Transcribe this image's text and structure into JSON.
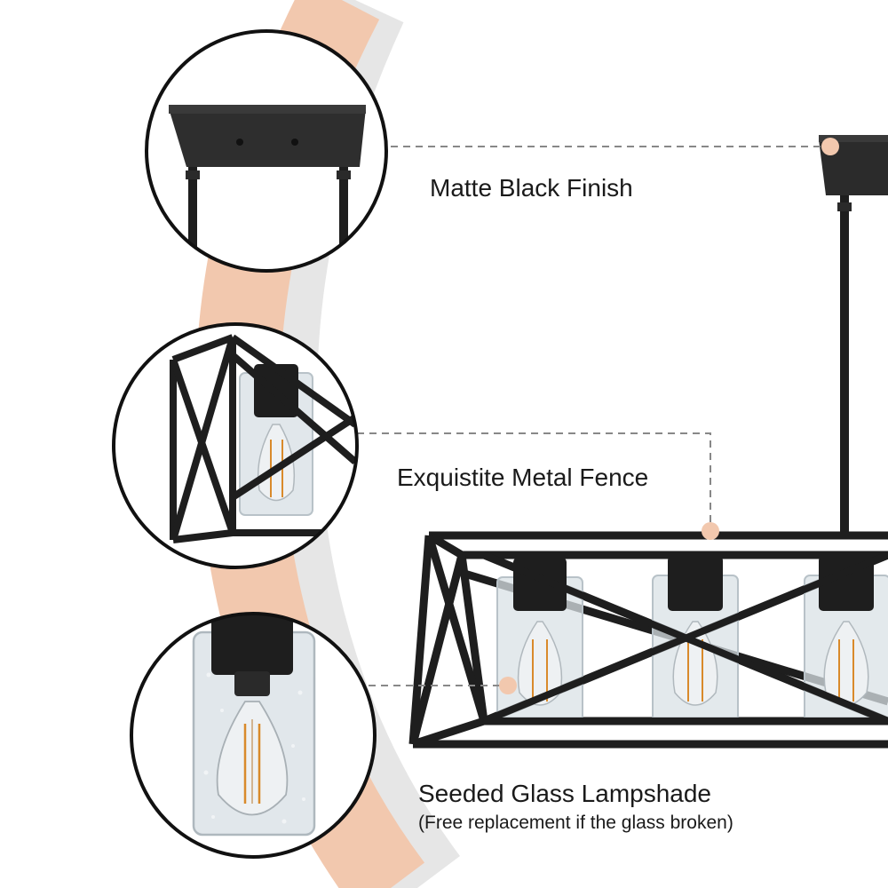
{
  "features": {
    "finish": {
      "title": "Matte Black Finish"
    },
    "fence": {
      "title": "Exquistite Metal Fence"
    },
    "glass": {
      "title": "Seeded Glass Lampshade",
      "note": "(Free replacement if the glass broken)"
    }
  },
  "colors": {
    "arc_peach": "#f2c8ae",
    "arc_gray": "#e6e6e6",
    "metal": "#1e1e1e",
    "glass": "#d9e1e6",
    "filament": "#d98a2b",
    "callout_line": "#888888",
    "callout_dot": "#f2c8ae"
  }
}
